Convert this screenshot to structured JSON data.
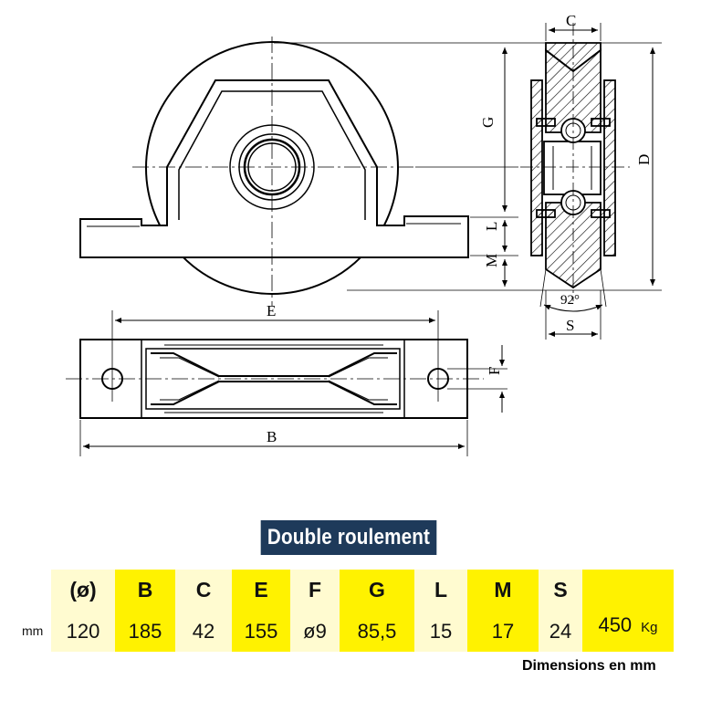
{
  "drawing": {
    "dims": {
      "C": "C",
      "G": "G",
      "D": "D",
      "L": "L",
      "M": "M",
      "E": "E",
      "F": "F",
      "B": "B",
      "S": "S",
      "angle": "92°"
    }
  },
  "title": "Double roulement",
  "table": {
    "row_label": "mm",
    "columns": [
      {
        "header": "(ø)",
        "value": "120"
      },
      {
        "header": "B",
        "value": "185"
      },
      {
        "header": "C",
        "value": "42"
      },
      {
        "header": "E",
        "value": "155"
      },
      {
        "header": "F",
        "value": "ø9"
      },
      {
        "header": "G",
        "value": "85,5"
      },
      {
        "header": "L",
        "value": "15"
      },
      {
        "header": "M",
        "value": "17"
      },
      {
        "header": "S",
        "value": "24"
      },
      {
        "header": "",
        "value": "450"
      }
    ],
    "load_unit": "Kg"
  },
  "footnote": "Dimensions en mm"
}
